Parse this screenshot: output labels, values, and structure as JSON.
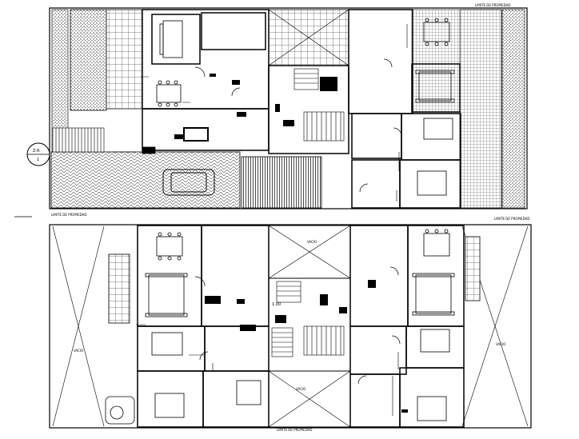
{
  "labels": {
    "limite_propiedad": "LIMITE DE PROPIEDAD",
    "vacio": "VACIO",
    "section_marker": "Z-R",
    "section_number": "1",
    "elevation": "1.00"
  },
  "colors": {
    "line": "#000000",
    "background": "#ffffff"
  },
  "icons": [
    "furniture-icon",
    "stair-icon",
    "door-swing-icon",
    "car-icon"
  ]
}
